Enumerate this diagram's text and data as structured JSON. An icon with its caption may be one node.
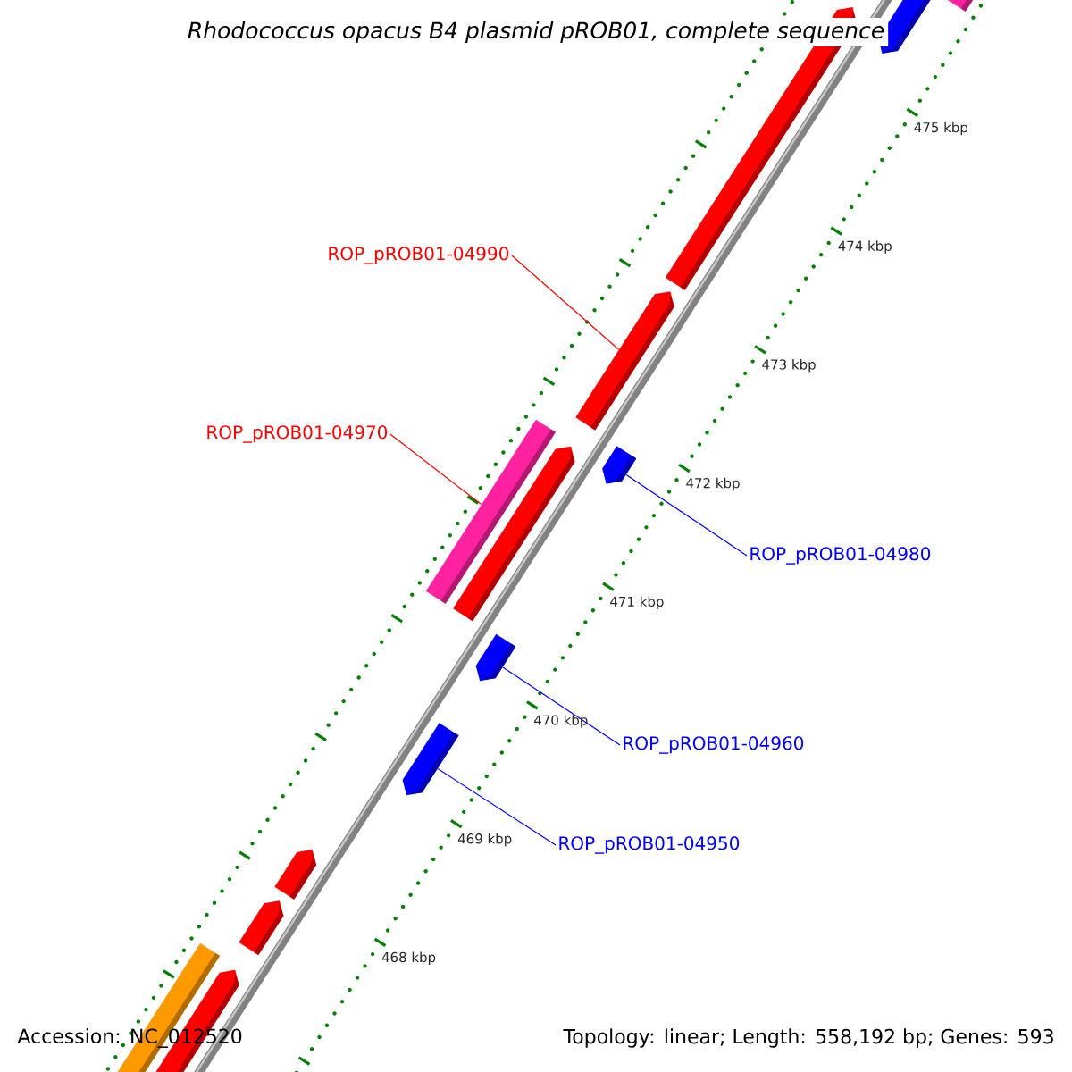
{
  "diagram": {
    "title": "Rhodococcus opacus B4 plasmid pROB01, complete sequence",
    "nodes": [
      {
        "text": [
          "ROP_pROB01-04990"
        ]
      },
      {
        "text": [
          "ROP_pROB01-04970"
        ]
      },
      {
        "text": [
          "ROP_pROB01-04980"
        ]
      },
      {
        "text": [
          "ROP_pROB01-04960"
        ]
      },
      {
        "text": [
          "ROP_pROB01-04950"
        ]
      },
      {
        "text": [],
        "shape": "bar"
      },
      {
        "text": [],
        "shape": "bar"
      },
      {
        "text": [],
        "shape": "bar"
      },
      {
        "text": [],
        "shape": "bar"
      },
      {
        "text": [],
        "shape": "bar"
      },
      {
        "text": [],
        "shape": "bar"
      },
      {
        "text": [],
        "shape": "bar"
      },
      {
        "text": [],
        "shape": "bar"
      },
      {
        "text": [],
        "shape": "bar"
      },
      {
        "text": [],
        "shape": "bar"
      },
      {
        "text": [],
        "shape": "bar"
      },
      {
        "text": [],
        "shape": "bar"
      },
      {
        "text": [],
        "shape": "bar"
      }
    ],
    "edges": [
      {
        "from": 0,
        "to": 8,
        "arrow": "none",
        "color": "#ff0000"
      },
      {
        "from": 1,
        "to": 9,
        "arrow": "none",
        "color": "#ff0000"
      },
      {
        "from": 2,
        "to": 11,
        "arrow": "none"
      },
      {
        "from": 3,
        "to": 12,
        "arrow": "none"
      },
      {
        "from": 4,
        "to": 13,
        "arrow": "none"
      }
    ],
    "labels": [
      "475 kbp",
      "474 kbp",
      "473 kbp",
      "472 kbp",
      "471 kbp",
      "470 kbp",
      "469 kbp",
      "468 kbp",
      "Accession: NC_012520",
      "Topology: linear; Length: 558,192 bp; Genes: 593"
    ]
  }
}
